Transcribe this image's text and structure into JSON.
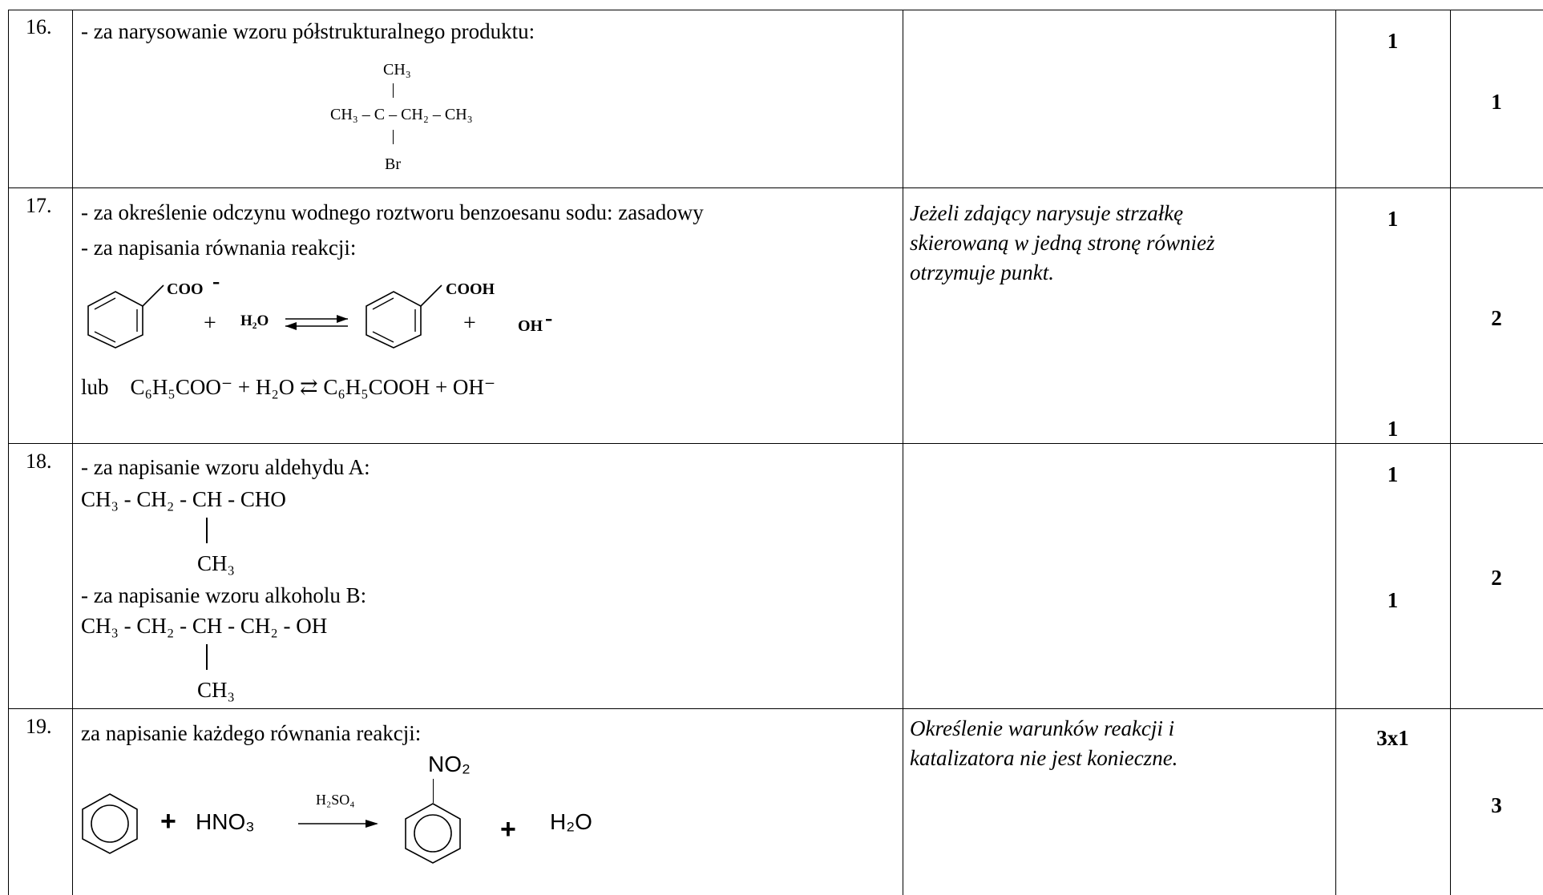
{
  "rows": [
    {
      "number": "16.",
      "criteria": "- za narysowanie wzoru półstrukturalnego produktu:",
      "formula": {
        "top": "CH₃",
        "main": "CH₃ – C – CH₂ – CH₃",
        "bottom": "Br"
      },
      "note": "",
      "points": [
        "1"
      ],
      "total": "1"
    },
    {
      "number": "17.",
      "criteria_1": "- za określenie odczynu wodnego roztworu benzoesanu sodu: zasadowy",
      "criteria_2": "- za napisania równania reakcji:",
      "reaction_labels": {
        "coo": "COO",
        "minus": "-",
        "plus": "+",
        "h2o": "H₂O",
        "cooh": "COOH",
        "oh": "OH"
      },
      "alternative": "lub    C₆H₅COO⁻ + H₂O ⇄ C₆H₅COOH + OH⁻",
      "note": [
        "Jeżeli zdający narysuje strzałkę",
        "skierowaną w jedną stronę również",
        "otrzymuje punkt."
      ],
      "points": [
        "1",
        "1"
      ],
      "total": "2"
    },
    {
      "number": "18.",
      "criteria_1": "- za napisanie wzoru aldehydu A:",
      "formula_a": "CH₃ - CH₂ - CH - CHO",
      "branch_a": "CH₃",
      "criteria_2": "- za napisanie wzoru alkoholu B:",
      "formula_b": "CH₃ - CH₂ - CH - CH₂ - OH",
      "branch_b": "CH₃",
      "note": "",
      "points": [
        "1",
        "1"
      ],
      "total": "2"
    },
    {
      "number": "19.",
      "criteria": "za napisanie każdego równania reakcji:",
      "reaction_labels": {
        "plus": "+",
        "hno3": "HNO₃",
        "catalyst": "H₂SO₄",
        "no2": "NO₂",
        "h2o": "H₂O"
      },
      "note": [
        "Określenie warunków reakcji i",
        "katalizatora nie jest konieczne."
      ],
      "points": [
        "3x1"
      ],
      "total": "3"
    }
  ]
}
